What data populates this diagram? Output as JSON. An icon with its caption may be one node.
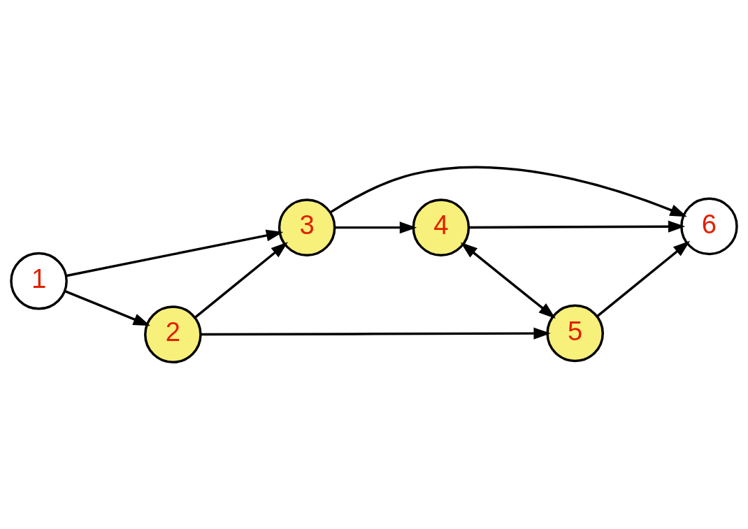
{
  "diagram": {
    "nodes": [
      {
        "text": [
          "1"
        ]
      },
      {
        "text": [
          "2"
        ]
      },
      {
        "text": [
          "3"
        ]
      },
      {
        "text": [
          "4"
        ]
      },
      {
        "text": [
          "5"
        ]
      },
      {
        "text": [
          "6"
        ]
      }
    ],
    "edges": [
      {
        "from": 0,
        "to": 1,
        "arrow": "to"
      },
      {
        "from": 0,
        "to": 2,
        "arrow": "to"
      },
      {
        "from": 1,
        "to": 4,
        "arrow": "to"
      },
      {
        "from": 1,
        "to": 2,
        "arrow": "to"
      },
      {
        "from": 2,
        "to": 3,
        "arrow": "to"
      },
      {
        "from": 3,
        "to": 4,
        "arrow": "both"
      },
      {
        "from": 4,
        "to": 5,
        "arrow": "to"
      },
      {
        "from": 3,
        "to": 5,
        "arrow": "to"
      },
      {
        "from": 2,
        "to": 5,
        "arrow": "to"
      }
    ]
  }
}
